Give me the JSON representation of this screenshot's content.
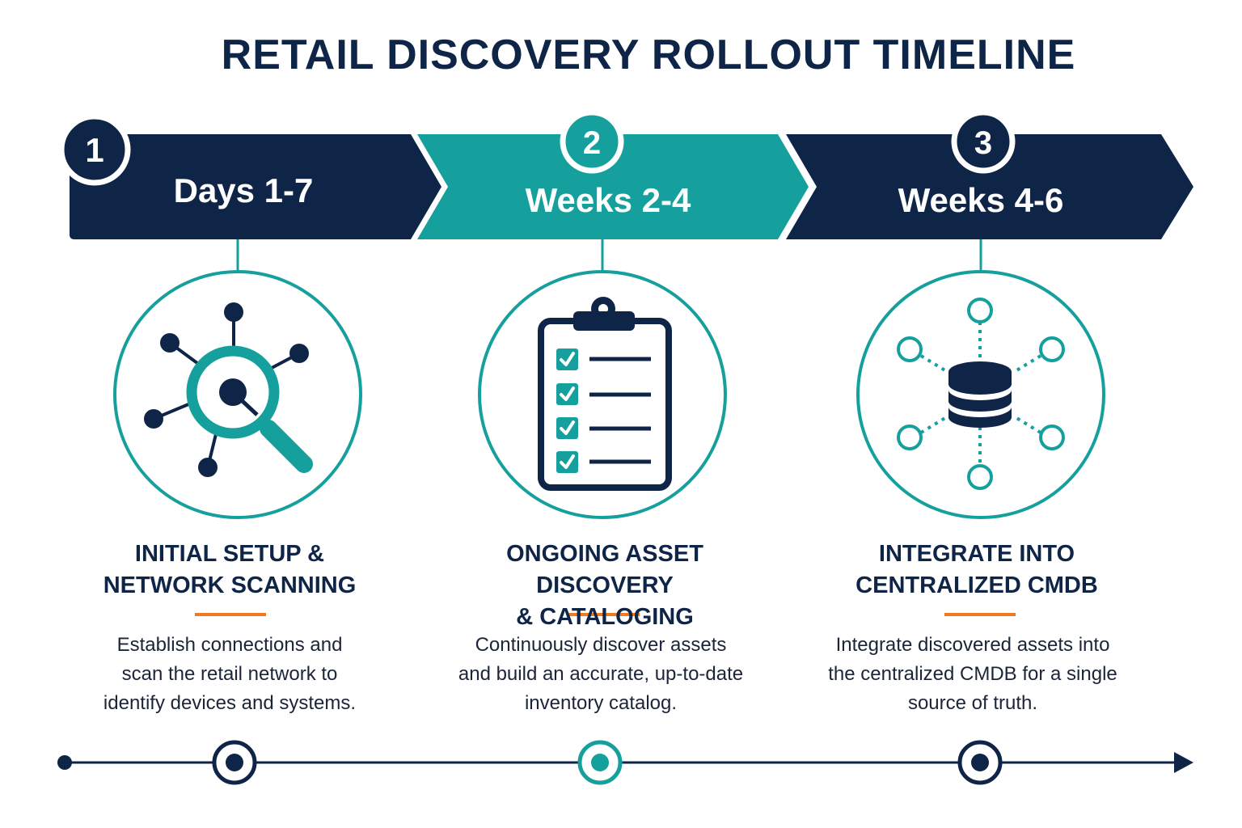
{
  "title": "RETAIL DISCOVERY ROLLOUT TIMELINE",
  "colors": {
    "navy": "#0f2547",
    "teal": "#16a09d",
    "orange": "#f07a22",
    "white": "#ffffff"
  },
  "phases": [
    {
      "number": "1",
      "period": "Days 1-7",
      "icon": "network-search-icon",
      "title": "INITIAL SETUP &\nNETWORK SCANNING",
      "description": "Establish connections and\nscan the retail network to\nidentify devices and systems."
    },
    {
      "number": "2",
      "period": "Weeks 2-4",
      "icon": "checklist-clipboard-icon",
      "title": "ONGOING ASSET DISCOVERY\n& CATALOGING",
      "description": "Continuously discover assets\nand build an accurate, up-to-date\ninventory catalog."
    },
    {
      "number": "3",
      "period": "Weeks 4-6",
      "icon": "database-hub-icon",
      "title": "INTEGRATE INTO\nCENTRALIZED CMDB",
      "description": "Integrate discovered assets into\nthe centralized CMDB for a single\nsource of truth."
    }
  ]
}
